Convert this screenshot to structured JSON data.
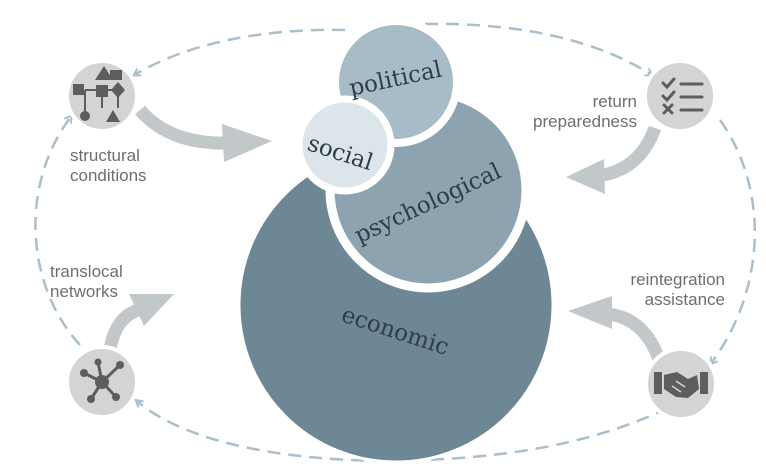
{
  "dimensions": {
    "political": "political",
    "social": "social",
    "psychological": "psychological",
    "economic": "economic"
  },
  "factors": {
    "structural": {
      "line1": "structural",
      "line2": "conditions",
      "icon": "structural-conditions-icon"
    },
    "return": {
      "line1": "return",
      "line2": "preparedness",
      "icon": "checklist-icon"
    },
    "translocal": {
      "line1": "translocal",
      "line2": "networks",
      "icon": "network-icon"
    },
    "reintegration": {
      "line1": "reintegration",
      "line2": "assistance",
      "icon": "handshake-icon"
    }
  },
  "colors": {
    "economic": "#6e8795",
    "psychological": "#8ea3b0",
    "political": "#a8bcc8",
    "social": "#dce5ea",
    "arrow": "#c2c7ca",
    "dashed": "#a9bfcc",
    "icon_bg": "#d4d4d4",
    "icon_fg": "#5d5d5d",
    "label": "#6e6e6e"
  }
}
